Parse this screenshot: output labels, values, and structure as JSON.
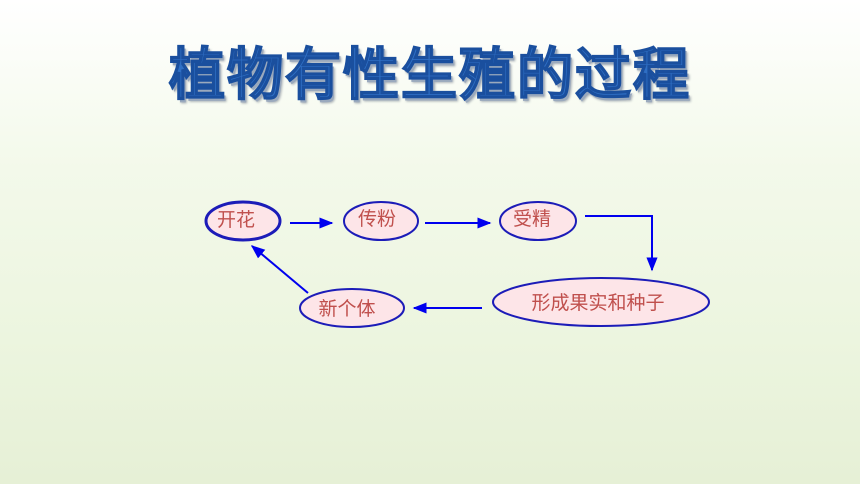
{
  "title": "植物有性生殖的过程",
  "nodes": {
    "flower": "开花",
    "pollination": "传粉",
    "fertilization": "受精",
    "fruit_seed": "形成果实和种子",
    "new_individual": "新个体"
  }
}
